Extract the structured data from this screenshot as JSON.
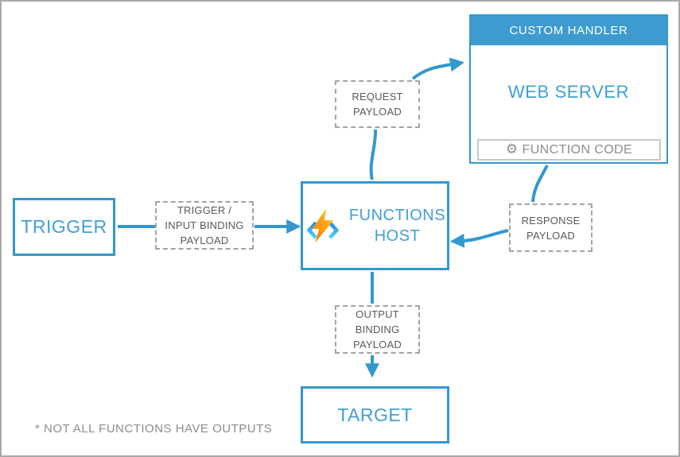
{
  "colors": {
    "accent_blue": "#3398CE",
    "header_blue": "#3E9BD0",
    "node_text_blue": "#3FA0D5",
    "dark_gray_text": "#595959",
    "muted_gray_text": "#8C8C8C",
    "dashed_border": "#A3A3A3",
    "page_border": "#A9A9A9",
    "function_code_border": "#C8C8C8",
    "bolt_orange": "#F2760D",
    "bolt_yellow": "#FFD116",
    "chevron_blue": "#2B88D8",
    "chevron_cyan": "#4FD8F7"
  },
  "nodes": {
    "trigger": {
      "label": "TRIGGER"
    },
    "trigger_input_binding_payload": {
      "line1": "TRIGGER /",
      "line2": "INPUT BINDING",
      "line3": "PAYLOAD"
    },
    "functions_host": {
      "line1": "FUNCTIONS",
      "line2": "HOST"
    },
    "request_payload": {
      "line1": "REQUEST",
      "line2": "PAYLOAD"
    },
    "custom_handler": {
      "header": "CUSTOM HANDLER",
      "body": "WEB SERVER",
      "footer": "FUNCTION CODE"
    },
    "response_payload": {
      "line1": "RESPONSE",
      "line2": "PAYLOAD"
    },
    "output_binding_payload": {
      "line1": "OUTPUT",
      "line2": "BINDING",
      "line3": "PAYLOAD"
    },
    "target": {
      "label": "TARGET"
    }
  },
  "icons": {
    "functions_host_icon": "azure-functions-lightning-bolt",
    "function_code_icon": "gear",
    "gear_glyph": "⚙"
  },
  "footnote": "* NOT ALL FUNCTIONS HAVE OUTPUTS"
}
